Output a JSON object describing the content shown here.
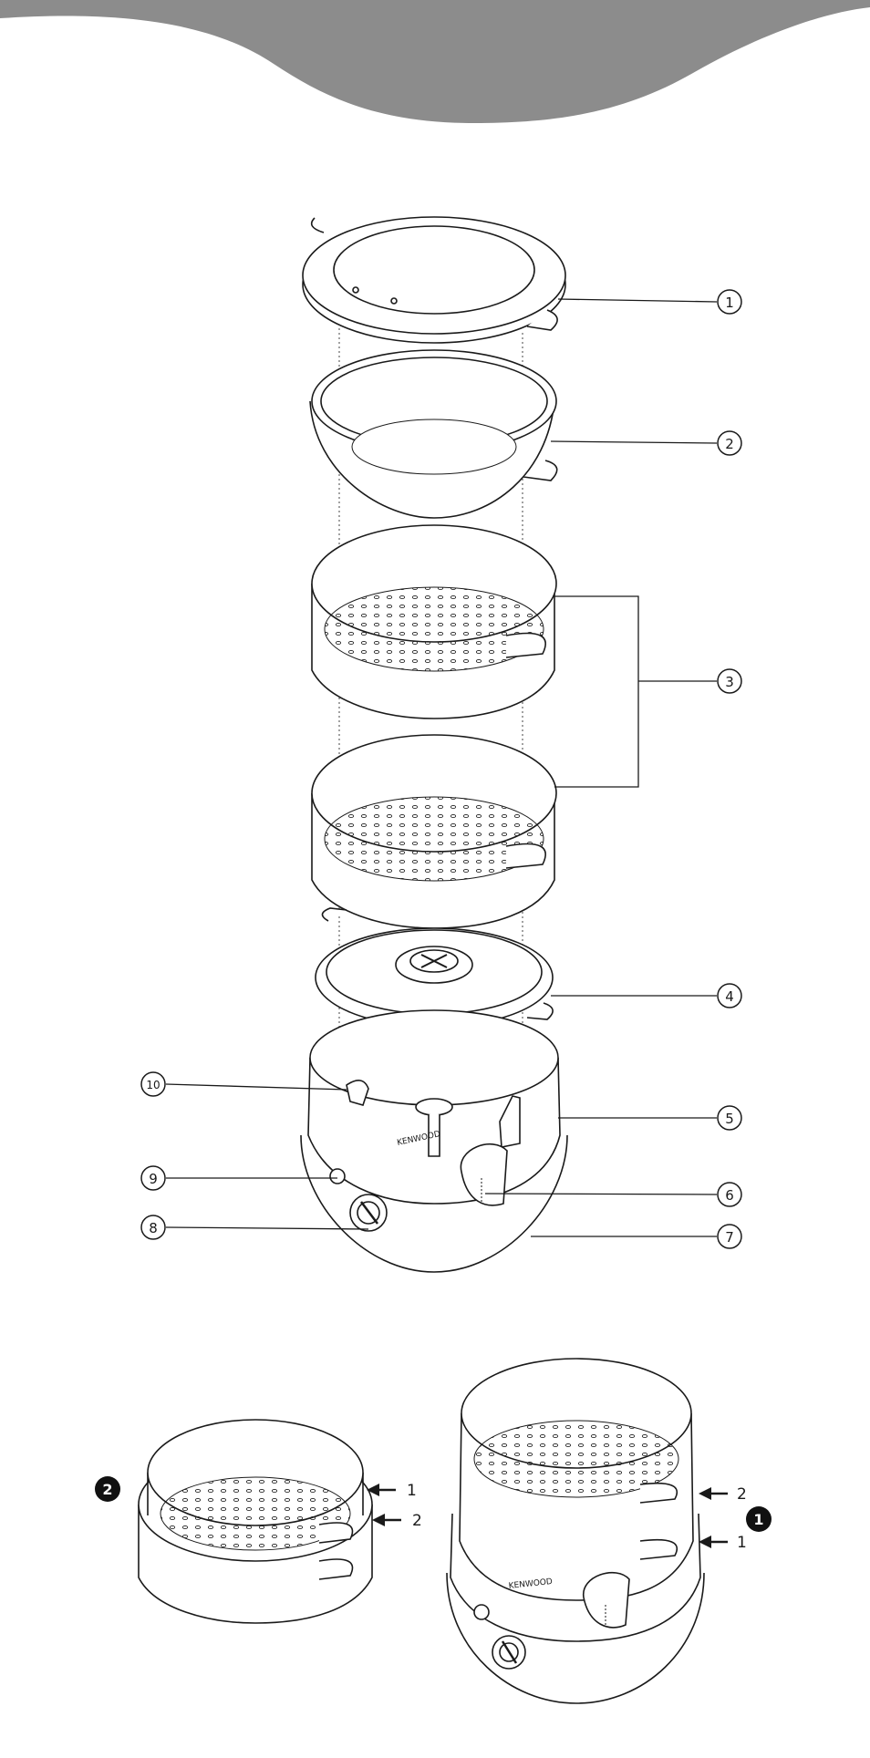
{
  "header": {
    "band_color": "#8c8c8c"
  },
  "brand": "KENWOOD",
  "callouts": [
    "1",
    "2",
    "3",
    "4",
    "5",
    "6",
    "7",
    "8",
    "9",
    "10"
  ],
  "figures": {
    "fig2": {
      "badge": "2",
      "arrow_labels": [
        "1",
        "2"
      ]
    },
    "fig1": {
      "badge": "1",
      "arrow_labels": [
        "2",
        "1"
      ]
    }
  },
  "colors": {
    "ink": "#1a1a1a",
    "badge": "#111111"
  }
}
